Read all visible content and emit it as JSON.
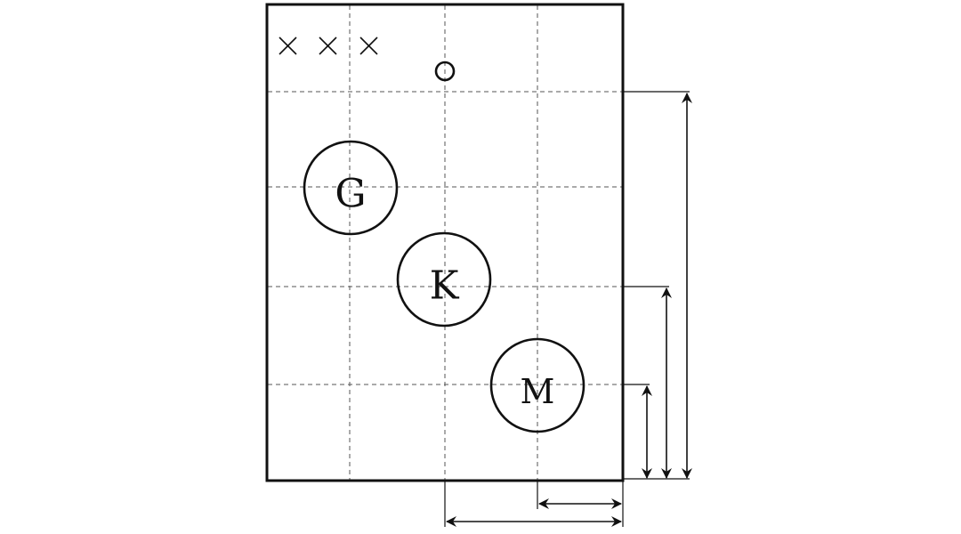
{
  "diagram": {
    "type": "grid-with-circles-and-dimension-arrows",
    "grid": {
      "columns": 4,
      "rows": 5
    },
    "circles": [
      {
        "label": "G"
      },
      {
        "label": "K"
      },
      {
        "label": "M"
      }
    ],
    "marks": {
      "crosses": [
        "×",
        "×",
        "×"
      ],
      "small_circle": "o"
    },
    "vertical_dimensions": 3,
    "horizontal_dimensions": 2,
    "colors": {
      "ink": "#111111",
      "grid": "#555555",
      "background": "#ffffff"
    }
  }
}
